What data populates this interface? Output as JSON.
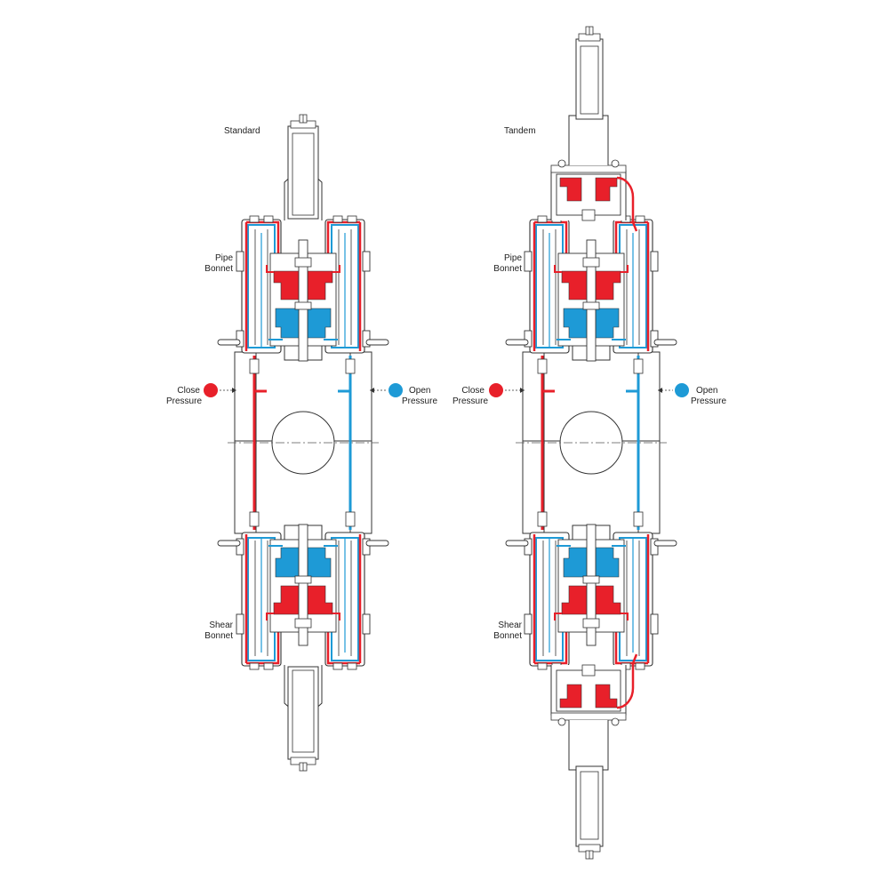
{
  "labels": {
    "standard_title": "Standard",
    "tandem_title": "Tandem",
    "pipe_bonnet_1": "Pipe",
    "pipe_bonnet_2": "Bonnet",
    "shear_bonnet_1": "Shear",
    "shear_bonnet_2": "Bonnet",
    "close_pressure_1": "Close",
    "close_pressure_2": "Pressure",
    "open_pressure_1": "Open",
    "open_pressure_2": "Pressure"
  },
  "colors": {
    "close": "#e8202a",
    "open": "#1e9ad6",
    "outline": "#333333",
    "body": "#ffffff"
  }
}
